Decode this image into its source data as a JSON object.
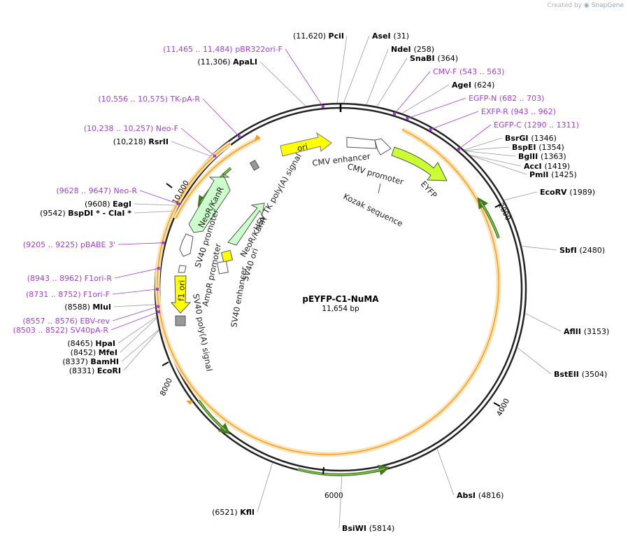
{
  "credit": {
    "prefix": "Created by",
    "brand": "SnapGene"
  },
  "plasmid": {
    "name": "pEYFP-C1-NuMA",
    "size_label": "11,654 bp",
    "length": 11654
  },
  "ticks": [
    "2000",
    "4000",
    "6000",
    "8000",
    "10,000"
  ],
  "enzymes": [
    {
      "name": "PciI",
      "pos": "(11,620)",
      "site": 11620,
      "side": "left"
    },
    {
      "name": "AseI",
      "pos": "(31)",
      "site": 31,
      "side": "right"
    },
    {
      "name": "ApaLI",
      "pos": "(11,306)",
      "site": 11306,
      "side": "left"
    },
    {
      "name": "NdeI",
      "pos": "(258)",
      "site": 258,
      "side": "right"
    },
    {
      "name": "SnaBI",
      "pos": "(364)",
      "site": 364,
      "side": "right"
    },
    {
      "name": "AgeI",
      "pos": "(624)",
      "site": 624,
      "side": "right"
    },
    {
      "name": "BsrGI",
      "pos": "(1346)",
      "site": 1346,
      "side": "right"
    },
    {
      "name": "BspEI",
      "pos": "(1354)",
      "site": 1354,
      "side": "right"
    },
    {
      "name": "BglII",
      "pos": "(1363)",
      "site": 1363,
      "side": "right"
    },
    {
      "name": "AccI",
      "pos": "(1419)",
      "site": 1419,
      "side": "right"
    },
    {
      "name": "PmlI",
      "pos": "(1425)",
      "site": 1425,
      "side": "right"
    },
    {
      "name": "EcoRV",
      "pos": "(1989)",
      "site": 1989,
      "side": "right"
    },
    {
      "name": "SbfI",
      "pos": "(2480)",
      "site": 2480,
      "side": "right"
    },
    {
      "name": "AflII",
      "pos": "(3153)",
      "site": 3153,
      "side": "right"
    },
    {
      "name": "BstEII",
      "pos": "(3504)",
      "site": 3504,
      "side": "right"
    },
    {
      "name": "AbsI",
      "pos": "(4816)",
      "site": 4816,
      "side": "right"
    },
    {
      "name": "BsiWI",
      "pos": "(5814)",
      "site": 5814,
      "side": "right"
    },
    {
      "name": "KflI",
      "pos": "(6521)",
      "site": 6521,
      "side": "left"
    },
    {
      "name": "EcoRI",
      "pos": "(8331)",
      "site": 8331,
      "side": "left"
    },
    {
      "name": "BamHI",
      "pos": "(8337)",
      "site": 8337,
      "side": "left"
    },
    {
      "name": "MfeI",
      "pos": "(8452)",
      "site": 8452,
      "side": "left"
    },
    {
      "name": "HpaI",
      "pos": "(8465)",
      "site": 8465,
      "side": "left"
    },
    {
      "name": "MluI",
      "pos": "(8588)",
      "site": 8588,
      "side": "left"
    },
    {
      "name": "BspDI * - ClaI *",
      "pos": "(9542)",
      "site": 9542,
      "side": "left"
    },
    {
      "name": "EagI",
      "pos": "(9608)",
      "site": 9608,
      "side": "left"
    },
    {
      "name": "RsrII",
      "pos": "(10,218)",
      "site": 10218,
      "side": "left"
    }
  ],
  "primers": [
    {
      "name": "pBR322ori-F",
      "pos": "(11,465 .. 11,484)",
      "site": 11475,
      "side": "left"
    },
    {
      "name": "CMV-F",
      "pos": "(543 .. 563)",
      "site": 553,
      "side": "right"
    },
    {
      "name": "EGFP-N",
      "pos": "(682 .. 703)",
      "site": 692,
      "side": "right"
    },
    {
      "name": "EXFP-R",
      "pos": "(943 .. 962)",
      "site": 952,
      "side": "right"
    },
    {
      "name": "EGFP-C",
      "pos": "(1290 .. 1311)",
      "site": 1300,
      "side": "right"
    },
    {
      "name": "TK-pA-R",
      "pos": "(10,556 .. 10,575)",
      "site": 10566,
      "side": "left"
    },
    {
      "name": "Neo-F",
      "pos": "(10,238 .. 10,257)",
      "site": 10248,
      "side": "left"
    },
    {
      "name": "Neo-R",
      "pos": "(9628 .. 9647)",
      "site": 9638,
      "side": "left"
    },
    {
      "name": "pBABE 3'",
      "pos": "(9205 .. 9225)",
      "site": 9215,
      "side": "left"
    },
    {
      "name": "F1ori-R",
      "pos": "(8943 .. 8962)",
      "site": 8952,
      "side": "left"
    },
    {
      "name": "F1ori-F",
      "pos": "(8731 .. 8752)",
      "site": 8741,
      "side": "left"
    },
    {
      "name": "EBV-rev",
      "pos": "(8557 .. 8576)",
      "site": 8566,
      "side": "left"
    },
    {
      "name": "SV40pA-R",
      "pos": "(8503 .. 8522)",
      "site": 8512,
      "side": "left"
    }
  ],
  "features": [
    {
      "name": "ori",
      "color": "#ffff00"
    },
    {
      "name": "CMV enhancer",
      "color": "#ffffff"
    },
    {
      "name": "CMV promoter",
      "color": "#ffffff"
    },
    {
      "name": "Kozak sequence",
      "color": "#ffffff"
    },
    {
      "name": "EYFP",
      "color": "#ccff33"
    },
    {
      "name": "HSV TK poly(A) signal",
      "color": "#999999"
    },
    {
      "name": "NeoR/KanR",
      "color": "#ccffcc"
    },
    {
      "name": "NeoR/KanR",
      "color": "#ccffcc"
    },
    {
      "name": "SV40 promoter",
      "color": "#ffffff"
    },
    {
      "name": "AmpR promoter",
      "color": "#ffffff"
    },
    {
      "name": "SV40 ori",
      "color": "#ffff00"
    },
    {
      "name": "SV40 enhancer",
      "color": "#ffffff"
    },
    {
      "name": "f1 ori",
      "color": "#ffff00"
    },
    {
      "name": "SV40 poly(A) signal",
      "color": "#999999"
    }
  ],
  "colors": {
    "orf_arc": "#f0a030",
    "orf_glow": "#fde2b0",
    "orf_arrow": "#559933",
    "primer": "#a23fd0",
    "backbone": "#000000"
  }
}
